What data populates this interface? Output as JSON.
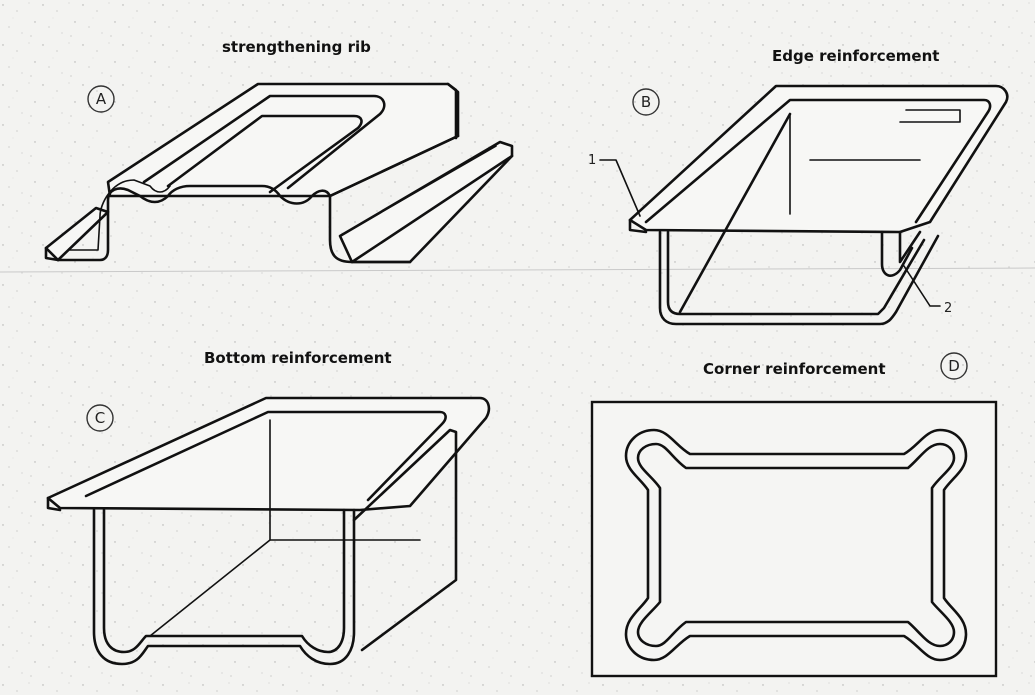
{
  "panels": {
    "a": {
      "letter": "A",
      "caption": "strengthening rib"
    },
    "b": {
      "letter": "B",
      "caption": "Edge reinforcement",
      "callout_1": "1",
      "callout_2": "2"
    },
    "c": {
      "letter": "C",
      "caption": "Bottom reinforcement"
    },
    "d": {
      "letter": "D",
      "caption": "Corner reinforcement"
    }
  }
}
